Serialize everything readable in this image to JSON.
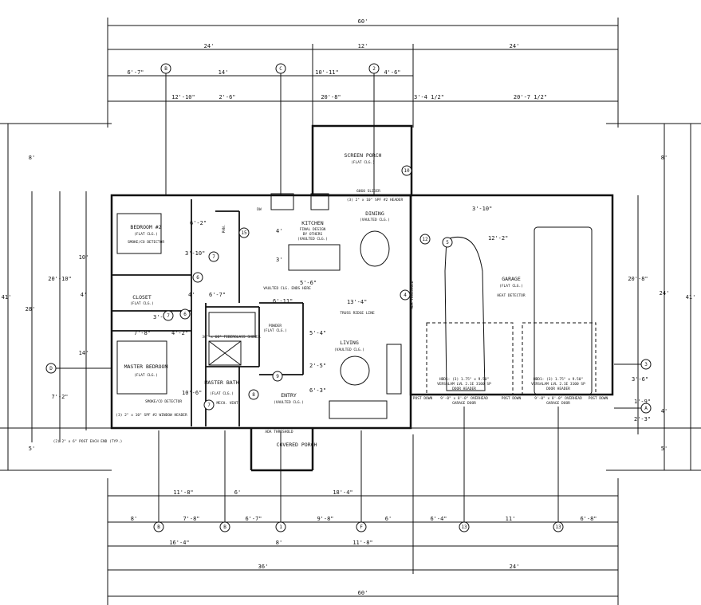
{
  "dims": {
    "top_overall": "60'",
    "top_left": "24'",
    "top_mid": "12'",
    "top_right": "24'",
    "row2": [
      "6'-7\"",
      "14'",
      "10'-11\"",
      "4'-6\""
    ],
    "row3": [
      "12'-10\"",
      "2'-6\"",
      "20'-8\"",
      "3'-4 1/2\"",
      "20'-7 1/2\""
    ],
    "bottom_row1": [
      "11'-8\"",
      "6'",
      "18'-4\""
    ],
    "bottom_row2": [
      "8'",
      "7'-8\"",
      "6'-7\"",
      "9'-8\"",
      "6'",
      "6'-4\"",
      "11'",
      "6'-8\""
    ],
    "bottom_row3": [
      "16'-4\"",
      "8'",
      "11'-8\""
    ],
    "bottom_row4": [
      "36'",
      "24'"
    ],
    "bottom_overall": "60'",
    "left_outer": "41'",
    "left_mid": "28'",
    "left_segments": [
      "8'",
      "20'-10\"",
      "5'"
    ],
    "left_inner": [
      "10'",
      "4'",
      "14'",
      "7'-2\""
    ],
    "right_outer": "41'",
    "right_mid": "24'",
    "right_segments": [
      "8'",
      "20'-8\"",
      "4'",
      "5'"
    ],
    "interior": [
      "6'-2\"",
      "3'-10\"",
      "3'-6\"",
      "4'-2\"",
      "7'-8\"",
      "10'-6\"",
      "4'",
      "3'",
      "4'",
      "5'-6\"",
      "6'-7\"",
      "6'-11\"",
      "13'-4\"",
      "5'-4\"",
      "2'-5\"",
      "6'-3\"",
      "3'-10\"",
      "12'-2\"",
      "3'-6\"",
      "1'-9\"",
      "2'-3\""
    ]
  },
  "grid_tags": [
    "B",
    "C",
    "2",
    "D",
    "A",
    "3",
    "B",
    "B",
    "1",
    "F",
    "13",
    "13"
  ],
  "rooms": {
    "screen_porch": {
      "name": "SCREEN PORCH",
      "note": "(FLAT CLG.)"
    },
    "sliding_door": "6060 SLIDER",
    "header_note": "(3) 2\" x 10\" SPF #2 HEADER",
    "kitchen": {
      "name": "KITCHEN",
      "notes": [
        "FINAL DESIGN",
        "BY OTHERS",
        "(VAULTED CLG.)"
      ]
    },
    "dining": {
      "name": "DINING",
      "note": "(VAULTED CLG.)"
    },
    "bedroom2": {
      "name": "BEDROOM #2",
      "note": "(FLAT CLG.)",
      "detector": "SMOKE/CO DETECTOR"
    },
    "closet": {
      "name": "CLOSET",
      "note": "(FLAT CLG.)"
    },
    "master_bedroom": {
      "name": "MASTER BEDROOM",
      "note": "(FLAT CLG.)"
    },
    "master_bath": {
      "name": "MASTER BATH",
      "note": "(FLAT CLG.)"
    },
    "powder": {
      "name": "POWDER",
      "note": "(FLAT CLG.)"
    },
    "living": {
      "name": "LIVING",
      "note": "(VAULTED CLG.)"
    },
    "entry": {
      "name": "ENTRY",
      "note": "(VAULTED CLG.)"
    },
    "covered_porch": {
      "name": "COVERED PORCH"
    },
    "garage": {
      "name": "GARAGE",
      "note": "(FLAT CLG.)",
      "detector": "HEAT DETECTOR"
    },
    "vaulted_note": "VAULTED CLG. ENDS HERE",
    "truss_note": "TRUSS RIDGE LINE",
    "ada_threshold": "ADA THRESHOLD",
    "ada_threshold2": "ADA THRESHOLD",
    "shower": "30\" x 60\" FIBERGLASS SHOWER",
    "smoke_master": "SMOKE/CO DETECTOR",
    "window_header": "(3) 2\" x 10\" SPF #2 WINDOW HEADER",
    "post_note": "(2) 2\" x 6\" POST EACH END (TYP.)",
    "garage_door_left": [
      "HBD1: (3) 1.75\" x 9.50\"",
      "VERSALAM LVL 2.1E 3100 SP",
      "DOOR HEADER"
    ],
    "garage_door_right": [
      "HBD1: (3) 1.75\" x 9.50\"",
      "VERSALAM LVL 2.1E 3100 SP",
      "DOOR HEADER"
    ],
    "overhead_left": [
      "9'-0\" x 8'-0\" OVERHEAD",
      "GARAGE DOOR"
    ],
    "overhead_right": [
      "9'-0\" x 8'-0\" OVERHEAD",
      "GARAGE DOOR"
    ],
    "post_down": "POST DOWN",
    "mech_vent": "MECH. VENT",
    "pantry": "PAN.",
    "dw": "DW",
    "door_tags": [
      "7",
      "7",
      "7",
      "6",
      "6",
      "4",
      "5",
      "10",
      "15",
      "9",
      "12",
      "8"
    ]
  }
}
